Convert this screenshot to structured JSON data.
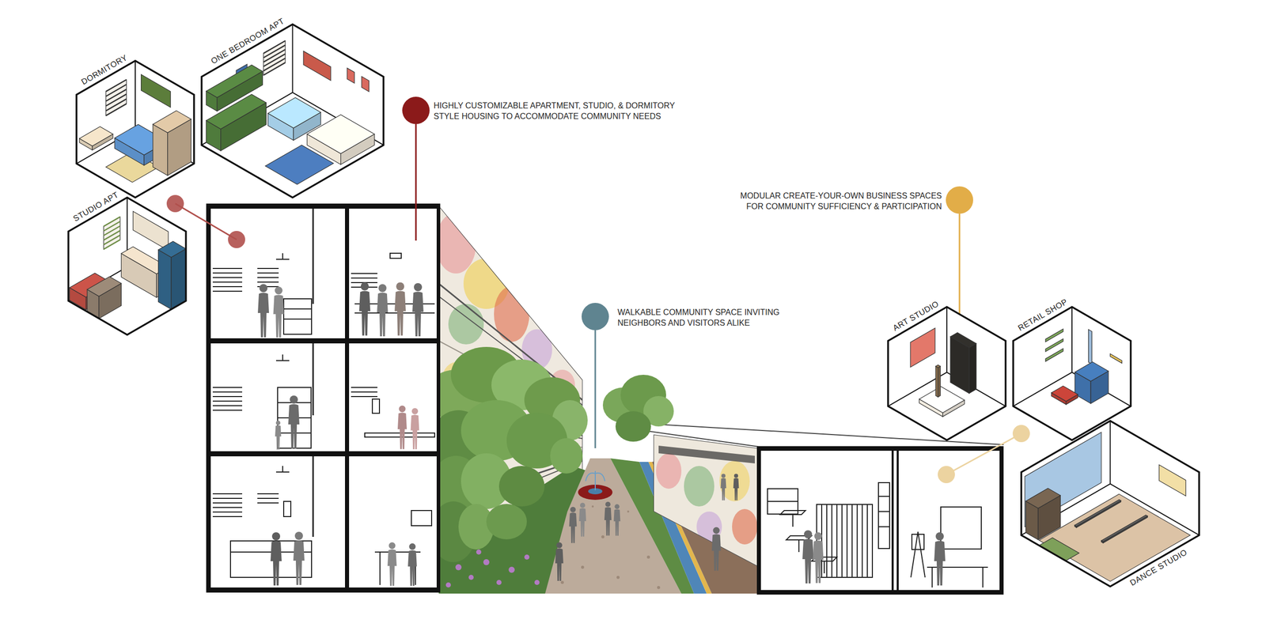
{
  "diagram": {
    "nodes": [
      {
        "text": [
          "DORMITORY"
        ]
      },
      {
        "text": [
          "ONE BEDROOM APT"
        ]
      },
      {
        "text": [
          "STUDIO APT"
        ]
      },
      {
        "text": [
          "ART STUDIO"
        ]
      },
      {
        "text": [
          "RETAIL SHOP"
        ]
      },
      {
        "text": [
          "DANCE STUDIO"
        ]
      }
    ],
    "labels": [
      "HIGHLY CUSTOMIZABLE APARTMENT, STUDIO, & DORMITORY STYLE HOUSING TO ACCOMMODATE COMMUNITY NEEDS",
      "WALKABLE COMMUNITY SPACE INVITING NEIGHBORS AND VISITORS ALIKE",
      "MODULAR CREATE-YOUR-OWN BUSINESS SPACES FOR COMMUNITY SUFFICIENCY & PARTICIPATION"
    ]
  }
}
